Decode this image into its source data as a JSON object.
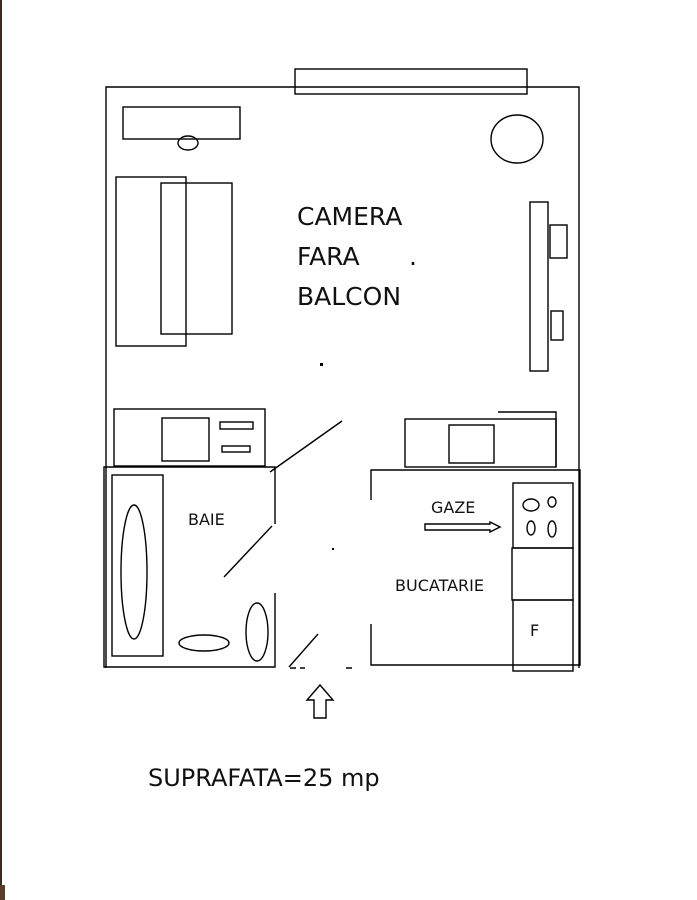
{
  "room_label": {
    "line1": "CAMERA",
    "line2": "FARA",
    "line2_dot": ".",
    "line3": "BALCON"
  },
  "bathroom_label": "BAIE",
  "kitchen_label": "BUCATARIE",
  "gas_label": "GAZE",
  "fridge_label": "F",
  "area_label": "SUPRAFATA=25 mp"
}
